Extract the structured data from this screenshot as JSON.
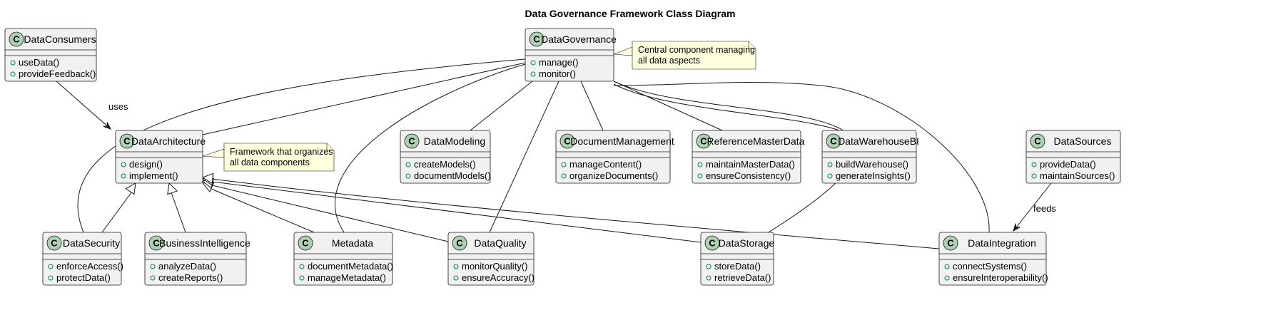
{
  "title": "Data Governance Framework Class Diagram",
  "stereotype_letter": "C",
  "colors": {
    "class_fill": "#f1f1f1",
    "class_border": "#181818",
    "class_icon": "#add1b2",
    "note_fill": "#feffdd",
    "public_marker": "#038048"
  },
  "classes": [
    {
      "id": "DataConsumers",
      "name": "DataConsumers",
      "methods": [
        "useData()",
        "provideFeedback()"
      ]
    },
    {
      "id": "DataGovernance",
      "name": "DataGovernance",
      "methods": [
        "manage()",
        "monitor()"
      ]
    },
    {
      "id": "DataArchitecture",
      "name": "DataArchitecture",
      "methods": [
        "design()",
        "implement()"
      ]
    },
    {
      "id": "DataModeling",
      "name": "DataModeling",
      "methods": [
        "createModels()",
        "documentModels()"
      ]
    },
    {
      "id": "DocumentManagement",
      "name": "DocumentManagement",
      "methods": [
        "manageContent()",
        "organizeDocuments()"
      ]
    },
    {
      "id": "ReferenceMasterData",
      "name": "ReferenceMasterData",
      "methods": [
        "maintainMasterData()",
        "ensureConsistency()"
      ]
    },
    {
      "id": "DataWarehouseBI",
      "name": "DataWarehouseBI",
      "methods": [
        "buildWarehouse()",
        "generateInsights()"
      ]
    },
    {
      "id": "DataSources",
      "name": "DataSources",
      "methods": [
        "provideData()",
        "maintainSources()"
      ]
    },
    {
      "id": "DataSecurity",
      "name": "DataSecurity",
      "methods": [
        "enforceAccess()",
        "protectData()"
      ]
    },
    {
      "id": "BusinessIntelligence",
      "name": "BusinessIntelligence",
      "methods": [
        "analyzeData()",
        "createReports()"
      ]
    },
    {
      "id": "Metadata",
      "name": "Metadata",
      "methods": [
        "documentMetadata()",
        "manageMetadata()"
      ]
    },
    {
      "id": "DataQuality",
      "name": "DataQuality",
      "methods": [
        "monitorQuality()",
        "ensureAccuracy()"
      ]
    },
    {
      "id": "DataStorage",
      "name": "DataStorage",
      "methods": [
        "storeData()",
        "retrieveData()"
      ]
    },
    {
      "id": "DataIntegration",
      "name": "DataIntegration",
      "methods": [
        "connectSystems()",
        "ensureInteroperability()"
      ]
    }
  ],
  "notes": [
    {
      "id": "governance-note",
      "attached_to": "DataGovernance",
      "lines": [
        "Central component managing",
        "all data aspects"
      ]
    },
    {
      "id": "architecture-note",
      "attached_to": "DataArchitecture",
      "lines": [
        "Framework that organizes",
        "all data components"
      ]
    }
  ],
  "relations": [
    {
      "from": "DataConsumers",
      "to": "DataArchitecture",
      "type": "dependency",
      "label": "uses"
    },
    {
      "from": "DataSources",
      "to": "DataIntegration",
      "type": "dependency",
      "label": "feeds"
    },
    {
      "from": "DataSecurity",
      "to": "DataArchitecture",
      "type": "inheritance"
    },
    {
      "from": "BusinessIntelligence",
      "to": "DataArchitecture",
      "type": "inheritance"
    },
    {
      "from": "Metadata",
      "to": "DataArchitecture",
      "type": "inheritance"
    },
    {
      "from": "DataQuality",
      "to": "DataArchitecture",
      "type": "inheritance"
    },
    {
      "from": "DataStorage",
      "to": "DataArchitecture",
      "type": "inheritance"
    },
    {
      "from": "DataIntegration",
      "to": "DataArchitecture",
      "type": "inheritance"
    },
    {
      "from": "DataGovernance",
      "to": "DataArchitecture",
      "type": "association"
    },
    {
      "from": "DataGovernance",
      "to": "DataModeling",
      "type": "association"
    },
    {
      "from": "DataGovernance",
      "to": "DocumentManagement",
      "type": "association"
    },
    {
      "from": "DataGovernance",
      "to": "ReferenceMasterData",
      "type": "association"
    },
    {
      "from": "DataGovernance",
      "to": "DataWarehouseBI",
      "type": "association"
    },
    {
      "from": "DataGovernance",
      "to": "DataSecurity",
      "type": "association"
    },
    {
      "from": "DataGovernance",
      "to": "Metadata",
      "type": "association"
    },
    {
      "from": "DataGovernance",
      "to": "DataQuality",
      "type": "association"
    },
    {
      "from": "DataGovernance",
      "to": "DataStorage",
      "type": "association"
    },
    {
      "from": "DataGovernance",
      "to": "DataIntegration",
      "type": "association"
    }
  ]
}
